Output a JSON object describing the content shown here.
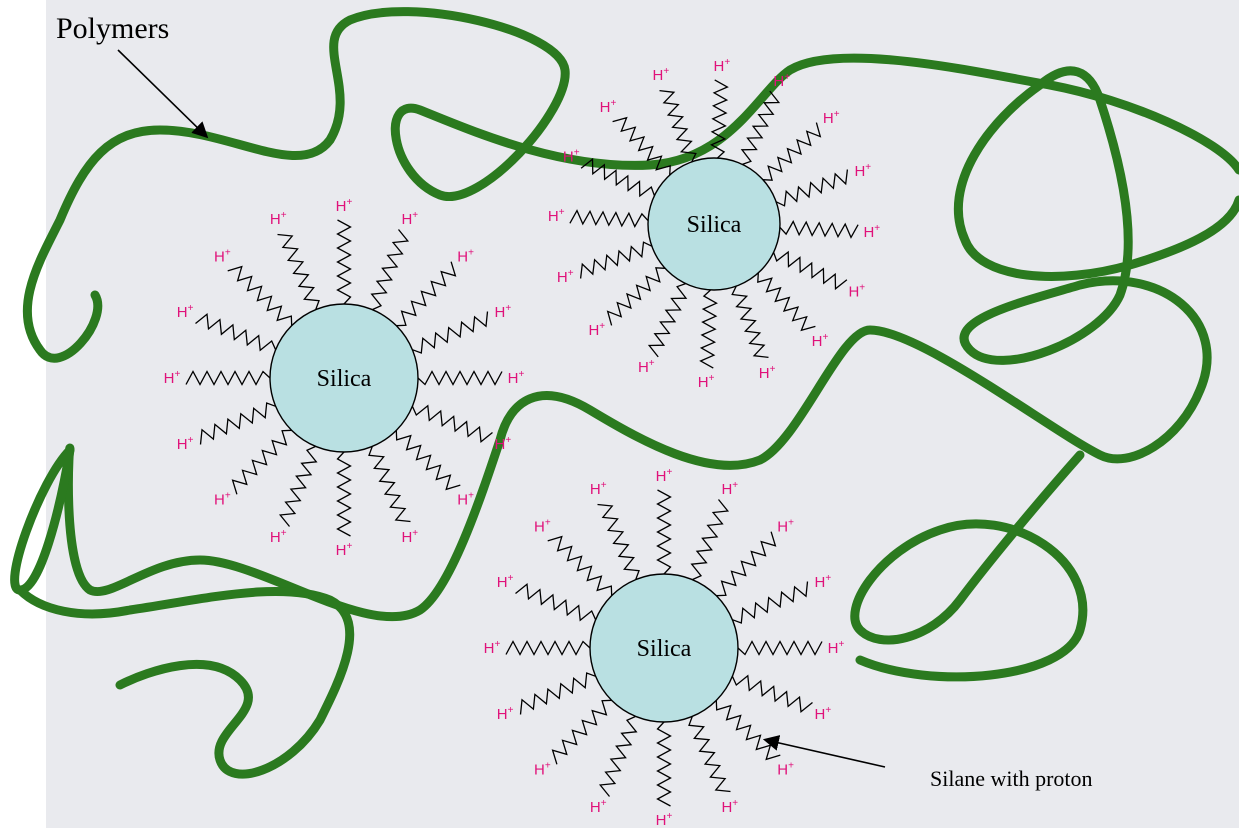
{
  "labels": {
    "polymers": "Polymers",
    "silane_note": "Silane with proton"
  },
  "particles": [
    {
      "label": "Silica"
    },
    {
      "label": "Silica"
    },
    {
      "label": "Silica"
    }
  ],
  "proton": {
    "symbol": "H",
    "charge": "+"
  },
  "colors": {
    "background": "#e9eaee",
    "polymer": "#2b7a1f",
    "silica_fill": "#b9e0e2",
    "chain": "#000000",
    "proton": "#e0127a"
  }
}
